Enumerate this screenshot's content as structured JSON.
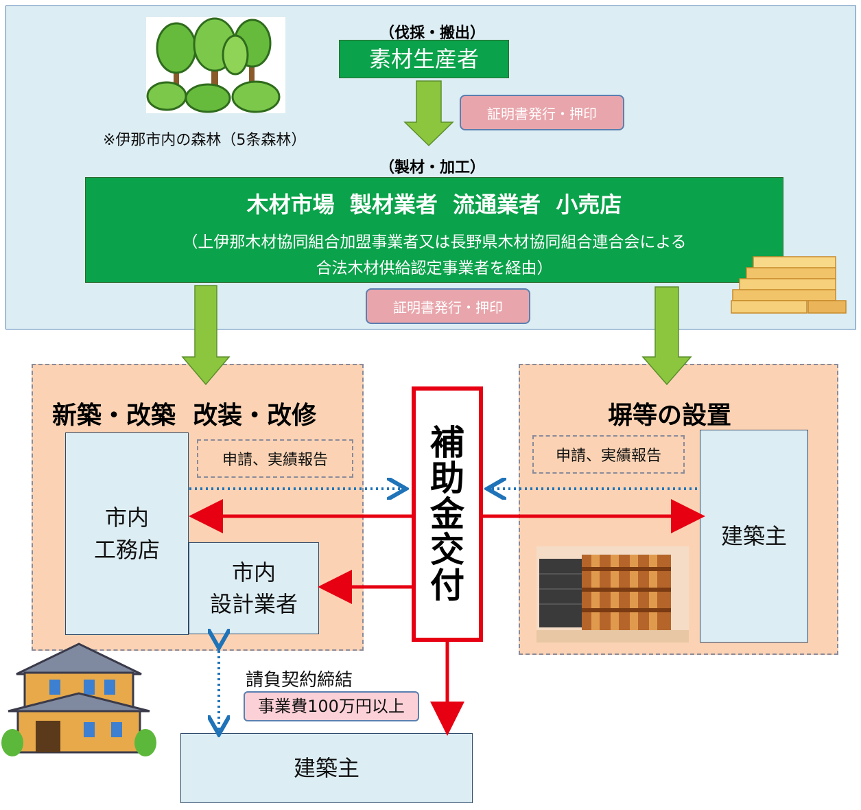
{
  "top": {
    "forest_note": "※伊那市内の森林（5条森林）",
    "stage1_label": "（伐採・搬出）",
    "producer": "素材生産者",
    "cert_tag_1": "証明書発行・押印",
    "stage2_label": "（製材・加工）",
    "processors_title": "木材市場  製材業者  流通業者  小売店",
    "processors_note_1": "（上伊那木材協同組合加盟事業者又は長野県木材協同組合連合会による",
    "processors_note_2": "合法木材供給認定事業者を経由）",
    "cert_tag_2": "証明書発行・押印"
  },
  "left_panel": {
    "title": "新築・改築  改装・改修",
    "apply_tag": "申請、実績報告",
    "contractor_line1": "市内",
    "contractor_line2": "工務店",
    "designer_line1": "市内",
    "designer_line2": "設計業者"
  },
  "right_panel": {
    "title": "塀等の設置",
    "apply_tag": "申請、実績報告",
    "owner": "建築主"
  },
  "subsidy": {
    "chars": [
      "補",
      "助",
      "金",
      "交",
      "付"
    ]
  },
  "bottom": {
    "contract_label": "請負契約締結",
    "cost_tag": "事業費100万円以上",
    "owner": "建築主"
  },
  "colors": {
    "green": "#0aa24a",
    "arrow_green": "#8cc63f",
    "red": "#e60012",
    "dotted_blue": "#1f73b8",
    "orange_panel": "#fbd3b4",
    "light_blue": "#dcedf3",
    "pink_tag": "#e8a6ac"
  }
}
